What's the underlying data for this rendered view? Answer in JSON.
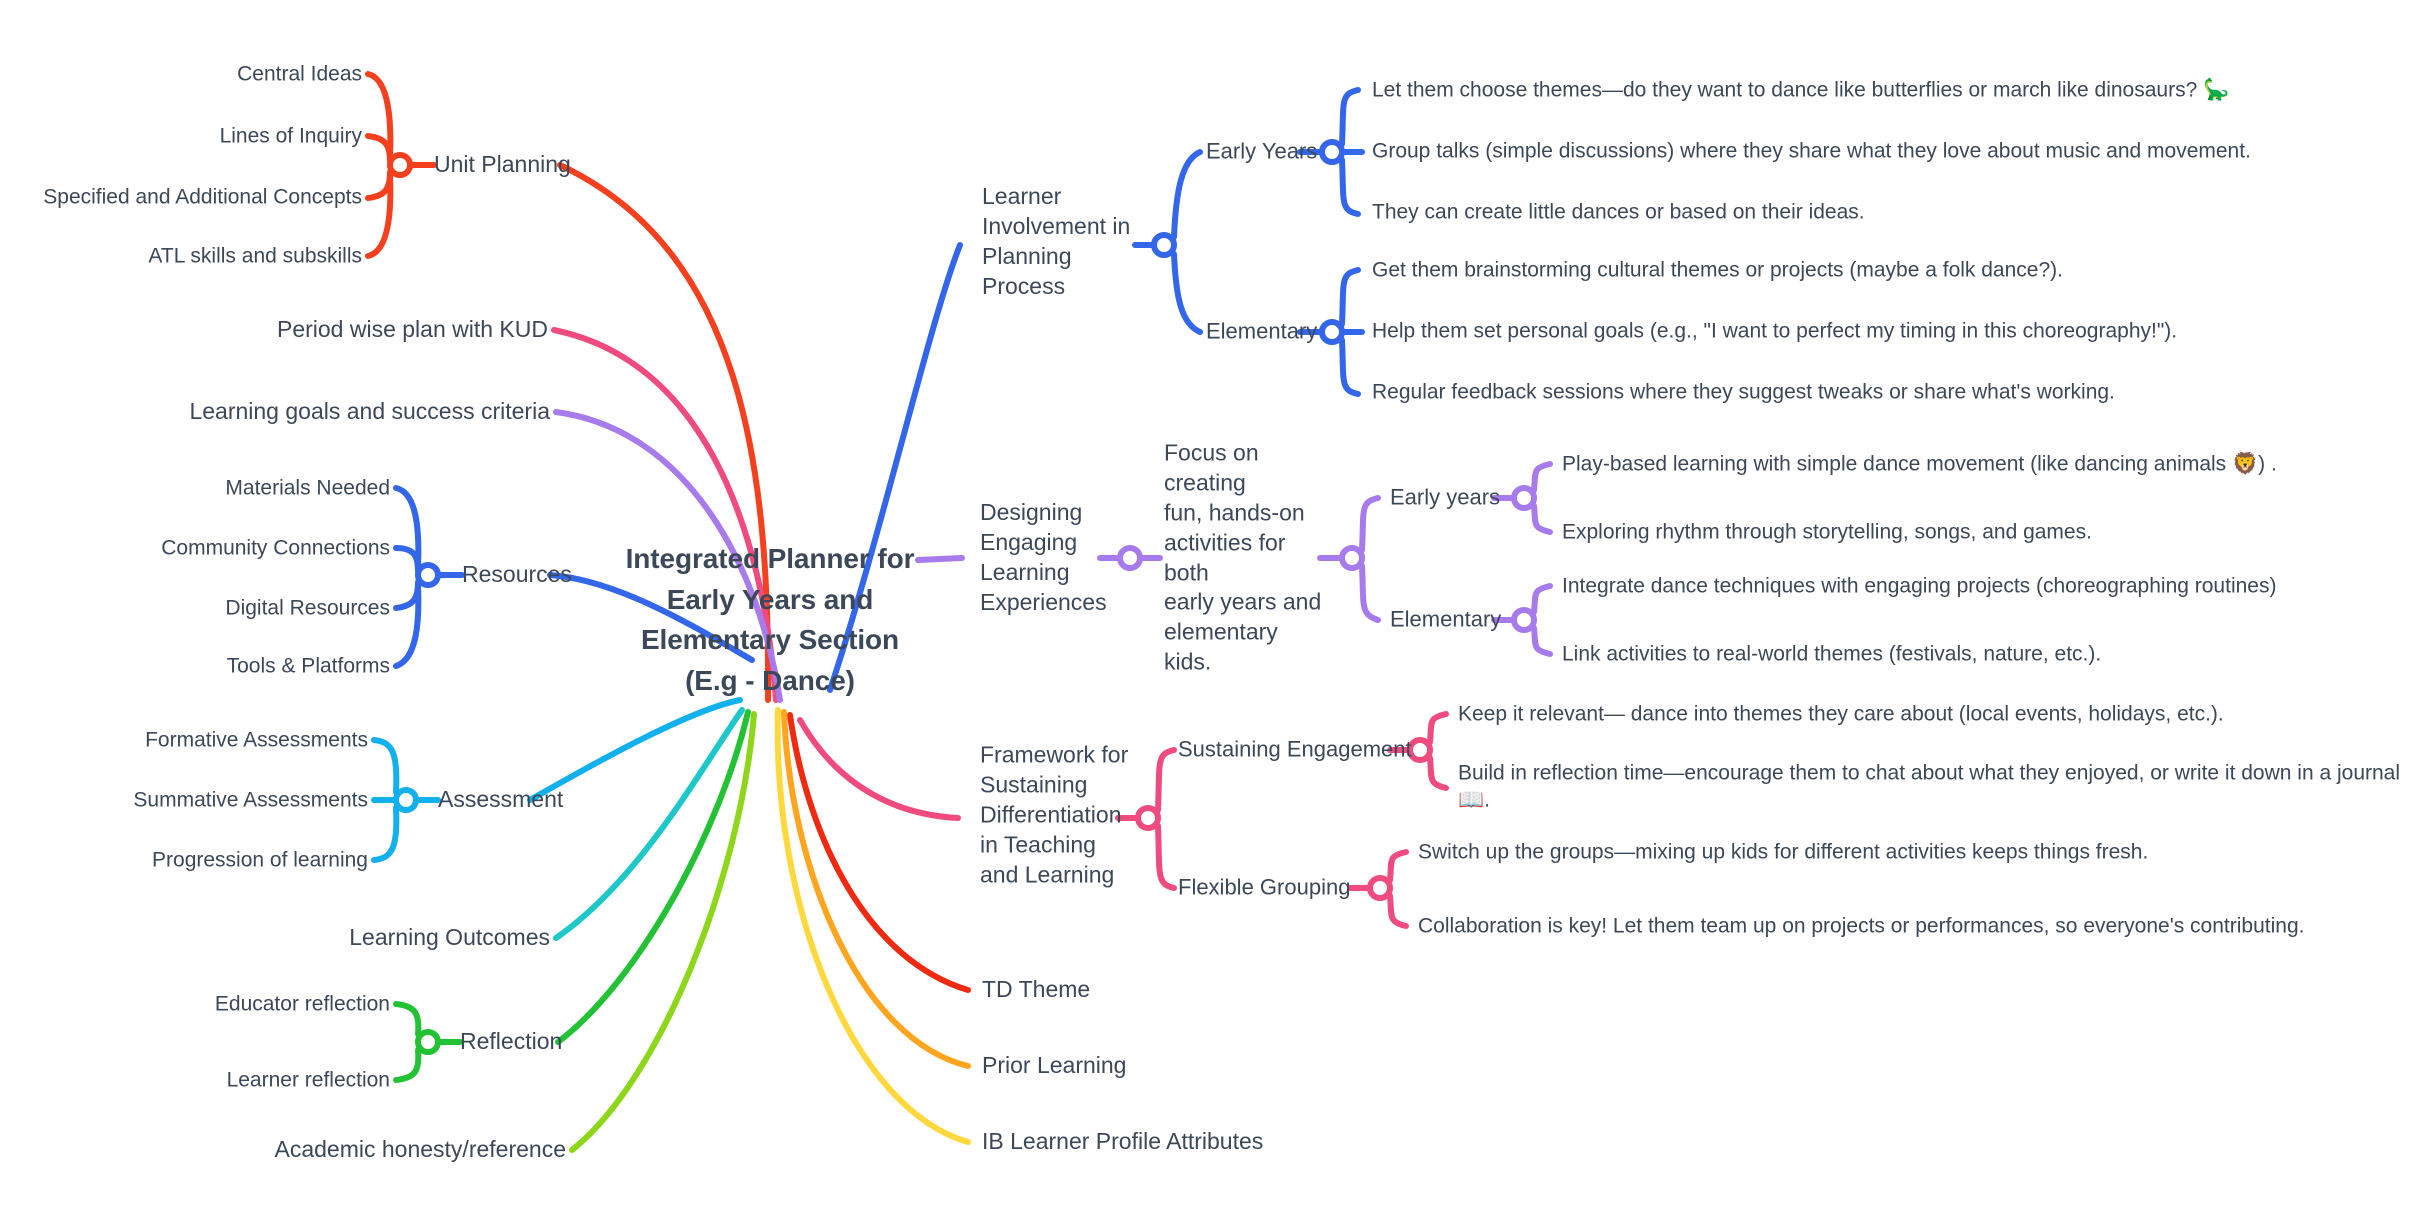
{
  "diagram": {
    "type": "mind-map",
    "background": "#ffffff",
    "text_color": "#3c4858"
  },
  "central": {
    "label": "Integrated Planner for\nEarly Years and\nElementary Section\n(E.g - Dance)"
  },
  "colors": {
    "unit_planning": "#f4401f",
    "period_wise": "#f04b7e",
    "learning_goals": "#a77bec",
    "resources": "#3366e8",
    "assessment": "#12b0ec",
    "learning_outcomes": "#1ec8c8",
    "reflection": "#21c councils",
    "reflection_green": "#22c234",
    "academic_honesty": "#8ed61a",
    "ib_learner": "#ffd83d",
    "prior_learning": "#ffa51f",
    "td_theme": "#ee2b12",
    "framework": "#f04b7e",
    "designing": "#a77bec",
    "learner_involvement": "#3366e8"
  },
  "branches": {
    "unit_planning": {
      "label": "Unit Planning",
      "color": "#f4401f",
      "children": [
        "Central Ideas",
        "Lines of Inquiry",
        "Specified and Additional Concepts",
        "ATL skills and subskills"
      ]
    },
    "period_wise": {
      "label": "Period wise plan with KUD",
      "color": "#f04b7e"
    },
    "learning_goals": {
      "label": "Learning goals and success criteria",
      "color": "#a77bec"
    },
    "resources": {
      "label": "Resources",
      "color": "#3366e8",
      "children": [
        "Materials Needed",
        "Community Connections",
        "Digital Resources",
        "Tools & Platforms"
      ]
    },
    "assessment": {
      "label": "Assessment",
      "color": "#12b0ec",
      "children": [
        "Formative Assessments",
        "Summative Assessments",
        "Progression of learning"
      ]
    },
    "learning_outcomes": {
      "label": "Learning Outcomes",
      "color": "#1ec8c8"
    },
    "reflection": {
      "label": "Reflection",
      "color": "#22c234",
      "children": [
        "Educator reflection",
        "Learner reflection"
      ]
    },
    "academic_honesty": {
      "label": "Academic honesty/reference",
      "color": "#8ed61a"
    },
    "learner_involvement": {
      "label": "Learner\nInvolvement in\nPlanning Process",
      "color": "#3366e8",
      "groups": [
        {
          "label": "Early Years",
          "items": [
            "Let them choose themes—do they want to dance like butterflies or march like dinosaurs? 🦕",
            "Group talks (simple discussions) where they share what they love about music and movement.",
            "They can create little dances or based on their ideas."
          ]
        },
        {
          "label": "Elementary",
          "items": [
            "Get them brainstorming cultural themes or projects (maybe a folk dance?).",
            "Help them set personal goals (e.g., \"I want to perfect my timing in this choreography!\").",
            "Regular feedback sessions where they suggest tweaks or share what's working."
          ]
        }
      ]
    },
    "designing": {
      "label": "Designing\nEngaging\nLearning\nExperiences",
      "color": "#a77bec",
      "focus": "Focus on creating\nfun, hands-on\nactivities for both\nearly years and\nelementary kids.",
      "groups": [
        {
          "label": "Early years",
          "items": [
            "Play-based learning with simple dance movement (like dancing animals 🦁) .",
            "Exploring rhythm through storytelling, songs, and games."
          ]
        },
        {
          "label": "Elementary",
          "items": [
            "Integrate dance techniques with engaging projects (choreographing routines)",
            "Link activities to real-world themes (festivals, nature, etc.)."
          ]
        }
      ]
    },
    "framework": {
      "label": "Framework for\nSustaining\nDifferentiation\nin Teaching\nand Learning",
      "color": "#f04b7e",
      "groups": [
        {
          "label": "Sustaining Engagement",
          "items": [
            "Keep it relevant— dance into themes they care about (local events, holidays, etc.).",
            "Build in reflection time—encourage them to chat about what they enjoyed, or write it down in a journal 📖."
          ]
        },
        {
          "label": "Flexible Grouping",
          "items": [
            "Switch up the groups—mixing up kids for different activities keeps things fresh.",
            "Collaboration is key! Let them team up on projects or performances, so everyone's contributing."
          ]
        }
      ]
    },
    "td_theme": {
      "label": "TD Theme",
      "color": "#ee2b12"
    },
    "prior_learning": {
      "label": "Prior Learning",
      "color": "#ffa51f"
    },
    "ib_learner": {
      "label": "IB Learner Profile Attributes",
      "color": "#ffd83d"
    }
  }
}
